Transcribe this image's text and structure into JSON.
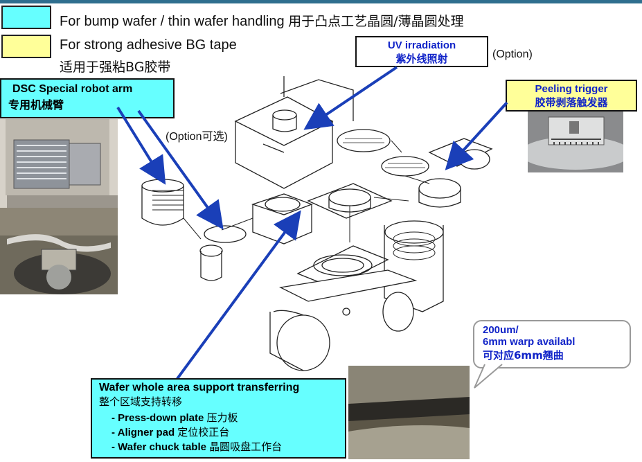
{
  "legend": {
    "item1": {
      "color": "#66ffff",
      "label": "For bump wafer / thin wafer handling",
      "label_cn": "用于凸点工艺晶圆/薄晶圆处理"
    },
    "item2": {
      "color": "#ffff99",
      "label": "For strong adhesive BG tape",
      "label_cn": "适用于强粘BG胶带"
    }
  },
  "uv": {
    "title": "UV irradiation",
    "title_cn": "紫外线照射",
    "option": "(Option)"
  },
  "robot": {
    "title": "DSC Special robot arm",
    "title_cn": "专用机械臂",
    "option": "(Option可选)"
  },
  "peeling": {
    "title": "Peeling trigger",
    "title_cn": "胶带剥落触发器"
  },
  "warp": {
    "line1": "200um/",
    "line2": "6mm warp availabl",
    "line3_cn": "可对应6mm翘曲"
  },
  "transfer": {
    "title": "Wafer whole area support transferring",
    "title_cn": "整个区域支持转移",
    "items": [
      {
        "label": "- Press-down plate",
        "label_cn": "压力板"
      },
      {
        "label": "- Aligner pad",
        "label_cn": "定位校正台"
      },
      {
        "label": "- Wafer chuck table",
        "label_cn": "晶圆吸盘工作台"
      }
    ]
  },
  "colors": {
    "header": "#2f6f8f",
    "cyan": "#66ffff",
    "yellow": "#ffff99",
    "text_blue": "#1023c8",
    "arrow_blue": "#1a3fb8"
  }
}
